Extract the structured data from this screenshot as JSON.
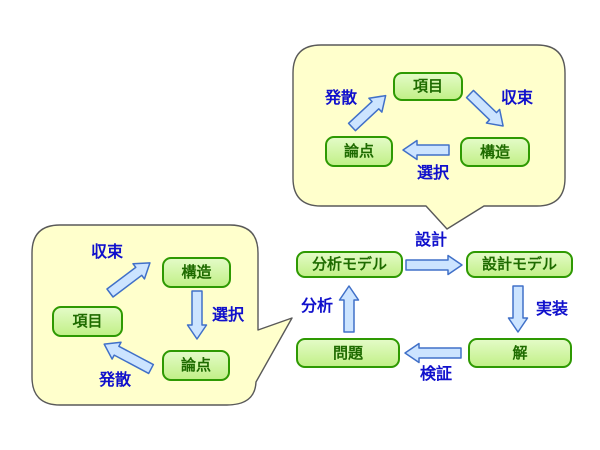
{
  "main_cycle": {
    "nodes": {
      "analysis_model": "分析モデル",
      "design_model": "設計モデル",
      "problem": "問題",
      "solution": "解"
    },
    "labels": {
      "design": "設計",
      "implement": "実装",
      "verify": "検証",
      "analyze": "分析"
    }
  },
  "bubbles": {
    "top": {
      "nodes": {
        "item": "項目",
        "structure": "構造",
        "issue": "論点"
      },
      "labels": {
        "diverge": "発散",
        "converge": "収束",
        "select": "選択"
      }
    },
    "left": {
      "nodes": {
        "item": "項目",
        "structure": "構造",
        "issue": "論点"
      },
      "labels": {
        "diverge": "発散",
        "converge": "収束",
        "select": "選択"
      }
    }
  },
  "colors": {
    "bubble_fill": "#FFFFCC",
    "bubble_stroke": "#595959",
    "node_fill_top": "#E3FBC6",
    "node_fill_bottom": "#C2F088",
    "node_border": "#2E9902",
    "node_text": "#1E6B00",
    "label_text": "#1010CC",
    "arrow_fill": "#CCE4FF",
    "arrow_stroke": "#4070C8",
    "background": "#FFFFFF"
  }
}
